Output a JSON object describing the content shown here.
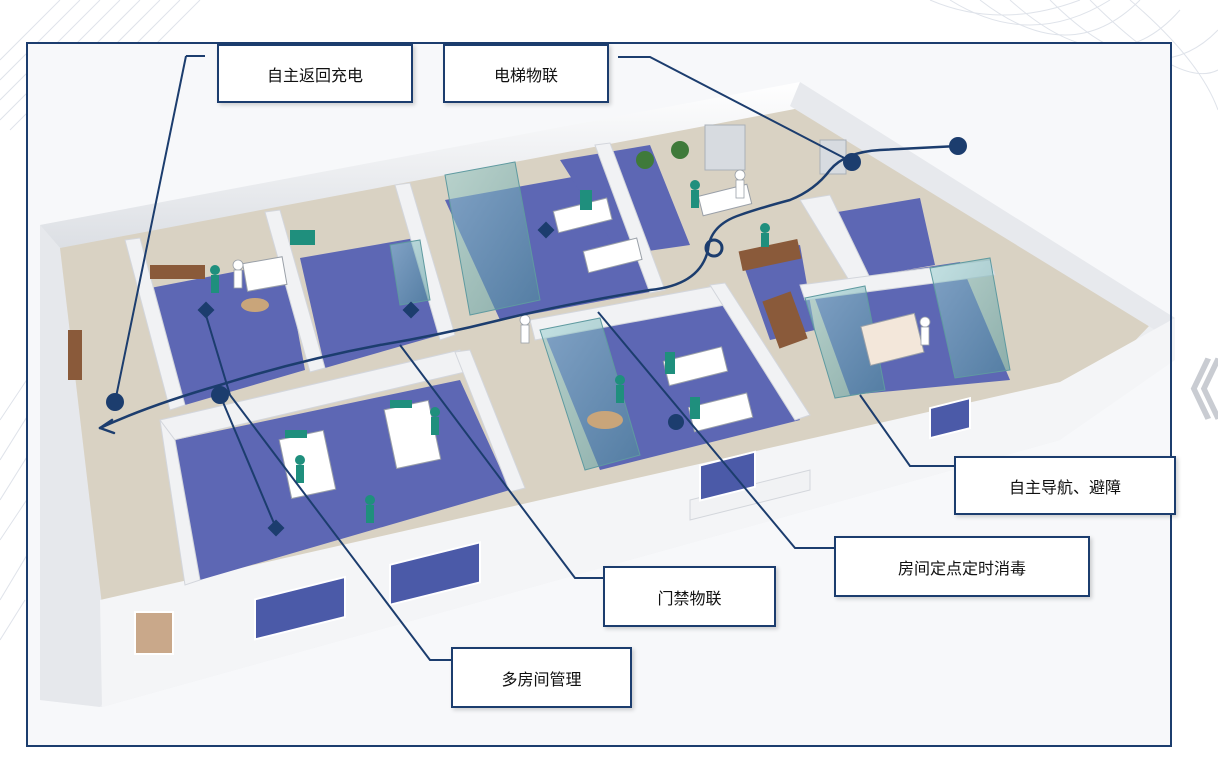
{
  "labels": {
    "auto_charge": "自主返回充电",
    "elevator_iot": "电梯物联",
    "nav_obstacle": "自主导航、避障",
    "room_disinfect": "房间定点定时消毒",
    "access_iot": "门禁物联",
    "multi_room": "多房间管理"
  },
  "side_glyph": "《",
  "colors": {
    "line": "#1c3d6e",
    "floor": "#5d67b4",
    "wall": "#f2f3f5",
    "corridor": "#cbbfa9"
  }
}
